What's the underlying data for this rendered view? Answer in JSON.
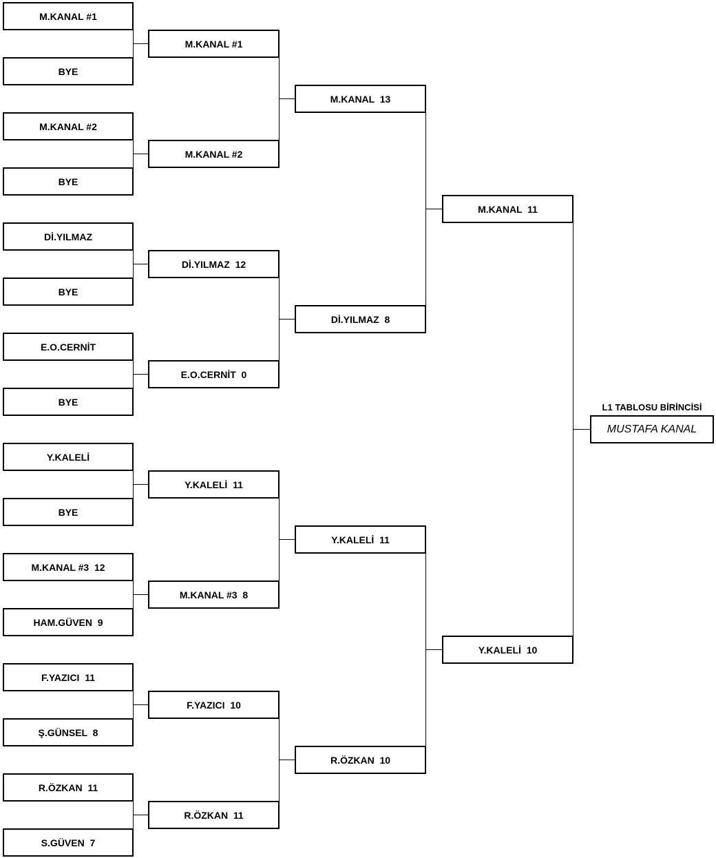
{
  "bracket": {
    "round1": [
      "M.KANAL #1",
      "BYE",
      "M.KANAL #2",
      "BYE",
      "Dİ.YILMAZ",
      "BYE",
      "E.O.CERNİT",
      "BYE",
      "Y.KALELİ",
      "BYE",
      "M.KANAL #3  12",
      "HAM.GÜVEN  9",
      "F.YAZICI  11",
      "Ş.GÜNSEL  8",
      "R.ÖZKAN  11",
      "S.GÜVEN  7"
    ],
    "round2": [
      "M.KANAL #1",
      "M.KANAL #2",
      "Dİ.YILMAZ  12",
      "E.O.CERNİT  0",
      "Y.KALELİ  11",
      "M.KANAL #3  8",
      "F.YAZICI  10",
      "R.ÖZKAN  11"
    ],
    "round3": [
      "M.KANAL  13",
      "Dİ.YILMAZ  8",
      "Y.KALELİ  11",
      "R.ÖZKAN  10"
    ],
    "round4": [
      "M.KANAL  11",
      "Y.KALELİ  10"
    ]
  },
  "champion": {
    "label": "L1 TABLOSU BİRİNCİSİ",
    "name": "MUSTAFA KANAL"
  },
  "colors": {
    "line": "#000000",
    "box_border": "#000000",
    "background": "#ffffff"
  }
}
